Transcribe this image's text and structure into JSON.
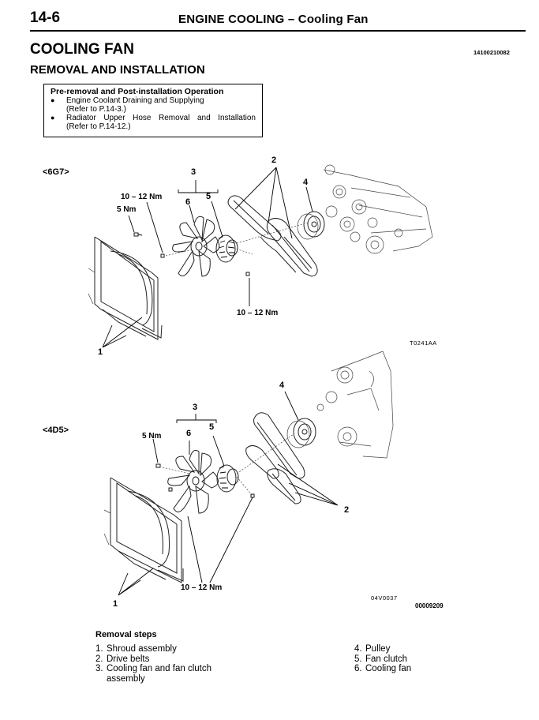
{
  "header": {
    "page_number": "14-6",
    "section": "ENGINE COOLING",
    "dash": "–",
    "subsection": "Cooling Fan"
  },
  "title": "COOLING FAN",
  "doc_code": "14100210082",
  "subtitle": "REMOVAL AND INSTALLATION",
  "operation_box": {
    "title": "Pre-removal and Post-installation Operation",
    "items": [
      {
        "line1": "Engine Coolant Draining and Supplying",
        "line2": "(Refer to P.14-3.)"
      },
      {
        "line1": "Radiator Upper Hose Removal and Installation",
        "line2": "(Refer to P.14-12.)"
      }
    ]
  },
  "diagram_6g7": {
    "variant": "<6G7>",
    "torque_top": "10 – 12 Nm",
    "torque_small": "5 Nm",
    "torque_bottom": "10 – 12 Nm",
    "callouts": {
      "c1": "1",
      "c2": "2",
      "c3": "3",
      "c4": "4",
      "c5": "5",
      "c6": "6"
    },
    "ref_code": "T0241AA"
  },
  "diagram_4d5": {
    "variant": "<4D5>",
    "torque_small": "5 Nm",
    "torque_bottom": "10 – 12 Nm",
    "callouts": {
      "c1": "1",
      "c2": "2",
      "c3": "3",
      "c4": "4",
      "c5": "5",
      "c6": "6"
    },
    "ref_code": "04V0037",
    "ref_code_bold": "00009209"
  },
  "removal_steps": {
    "title": "Removal steps",
    "left": [
      {
        "num": "1.",
        "text": "Shroud assembly"
      },
      {
        "num": "2.",
        "text": "Drive belts"
      },
      {
        "num": "3.",
        "text": "Cooling fan and fan clutch",
        "text2": "assembly"
      }
    ],
    "right": [
      {
        "num": "4.",
        "text": "Pulley"
      },
      {
        "num": "5.",
        "text": "Fan clutch"
      },
      {
        "num": "6.",
        "text": "Cooling fan"
      }
    ]
  }
}
